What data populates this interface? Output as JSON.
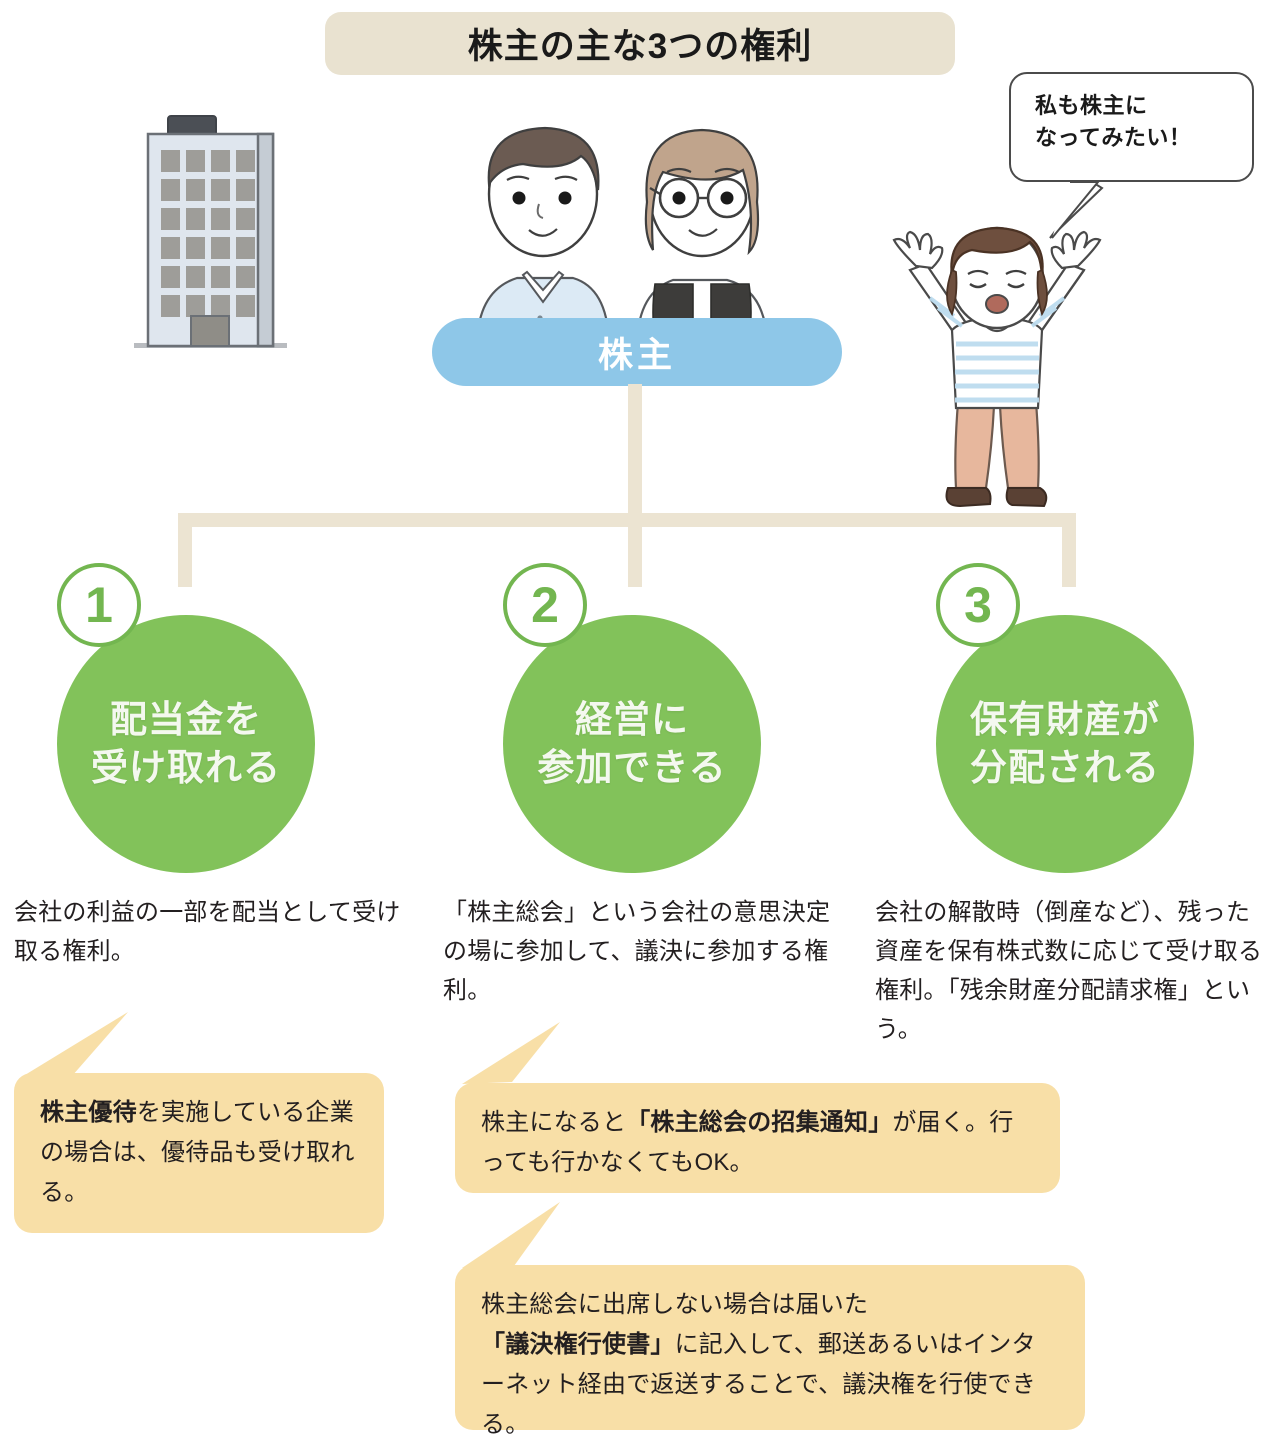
{
  "title": "株主の主な3つの権利",
  "speech_bubble": {
    "line1": "私も株主に",
    "line2": "なってみたい！"
  },
  "shareholder_pill": {
    "label": "株主",
    "color": "#8ec7e8"
  },
  "colors": {
    "title_bg": "#e9e2d0",
    "circle_green": "#82c25a",
    "connector": "#ece4d2",
    "callout_bg": "#f8dfa7",
    "badge_outline": "#73b650"
  },
  "rights": [
    {
      "number": "1",
      "title_line1": "配当金を",
      "title_line2": "受け取れる",
      "description": "会社の利益の一部を配当として受け取る権利。"
    },
    {
      "number": "2",
      "title_line1": "経営に",
      "title_line2": "参加できる",
      "description": "「株主総会」という会社の意思決定の場に参加して、議決に参加する権利。"
    },
    {
      "number": "3",
      "title_line1": "保有財産が",
      "title_line2": "分配される",
      "description": "会社の解散時（倒産など）、残った資産を保有株式数に応じて受け取る権利。「残余財産分配請求権」という。"
    }
  ],
  "callouts": [
    {
      "bold_lead": "株主優待",
      "rest": "を実施している企業の場合は、優待品も受け取れる。"
    },
    {
      "pre": "株主になると",
      "bold_mid": "「株主総会の招集通知」",
      "post": "が届く。行っても行かなくてもOK。"
    },
    {
      "pre": "株主総会に出席しない場合は届いた",
      "bold_mid": "「議決権行使書」",
      "post": "に記入して、郵送あるいはインターネット経由で返送することで、議決権を行使できる。"
    }
  ],
  "illustrations": {
    "building": "office-building",
    "couple": "shareholder-couple",
    "kid": "cheering-person"
  }
}
